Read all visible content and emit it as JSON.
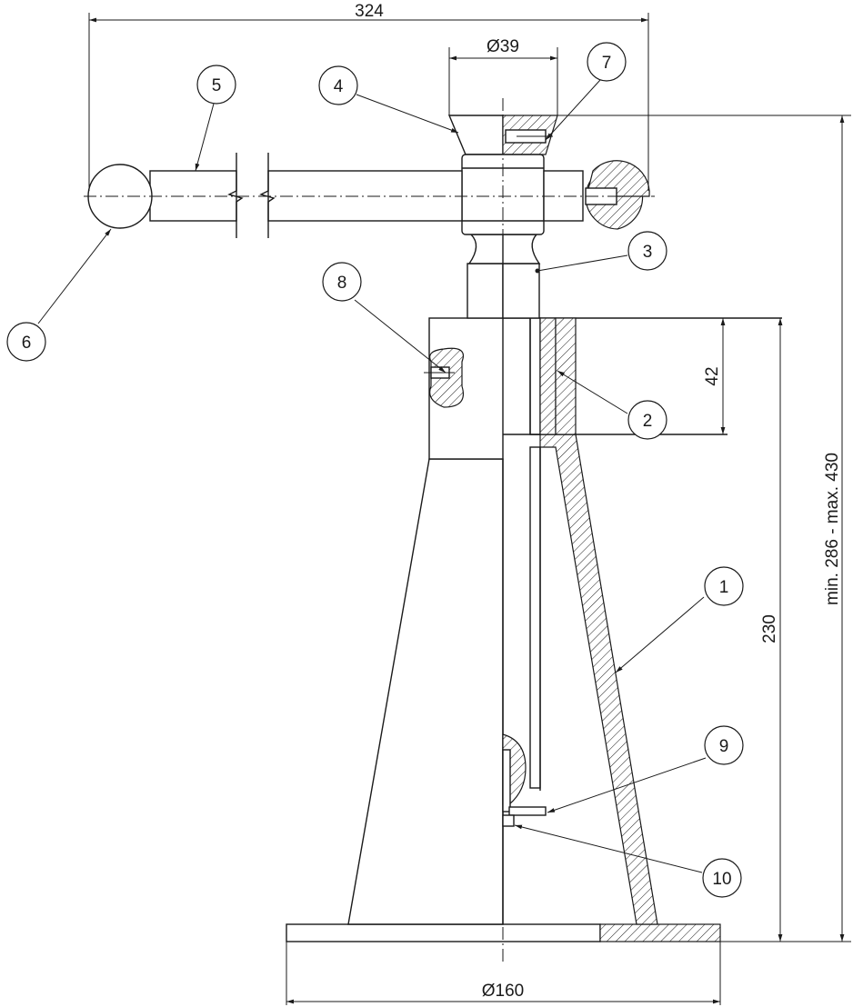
{
  "dimensions": {
    "overall_width": "324",
    "top_diameter": "Ø39",
    "base_diameter": "Ø160",
    "sleeve_height": "42",
    "body_height": "230",
    "height_range": "min. 286 - max. 430"
  },
  "callouts": [
    {
      "label": "1"
    },
    {
      "label": "2"
    },
    {
      "label": "3"
    },
    {
      "label": "4"
    },
    {
      "label": "5"
    },
    {
      "label": "6"
    },
    {
      "label": "7"
    },
    {
      "label": "8"
    },
    {
      "label": "9"
    },
    {
      "label": "10"
    }
  ]
}
